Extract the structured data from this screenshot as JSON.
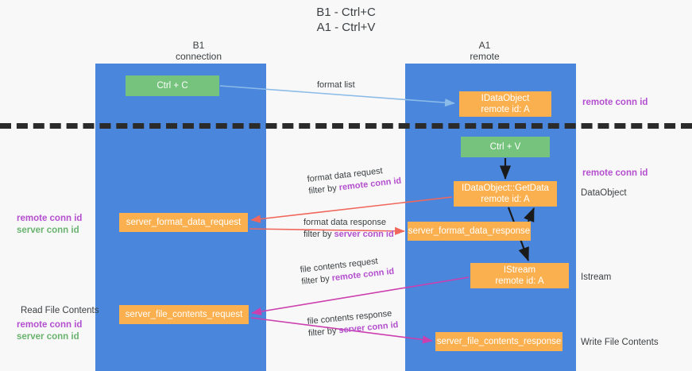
{
  "title": "B1 - Ctrl+C\nA1 - Ctrl+V",
  "columns": {
    "left": "B1\nconnection",
    "right": "A1\nremote"
  },
  "nodes": {
    "ctrl_c": "Ctrl + C",
    "idataobject": "IDataObject\nremote id: A",
    "ctrl_v": "Ctrl + V",
    "getdata": "IDataObject::GetData\nremote id: A",
    "server_format_data_request": "server_format_data_request",
    "server_format_data_response": "server_format_data_response",
    "istream": "IStream\nremote id: A",
    "server_file_contents_request": "server_file_contents_request",
    "server_file_contents_response": "server_file_contents_response"
  },
  "edges": {
    "format_list": "format list",
    "format_data_request": "format data request",
    "format_data_request_filter_prefix": "filter by ",
    "format_data_request_filter_key": "remote conn id",
    "format_data_response": "format data response",
    "format_data_response_filter_prefix": "filter by ",
    "format_data_response_filter_key": "server conn id",
    "file_contents_request": "file contents request",
    "file_contents_request_filter_prefix": "filter by ",
    "file_contents_request_filter_key": "remote conn id",
    "file_contents_response": "file contents response",
    "file_contents_response_filter_prefix": "filter by ",
    "file_contents_response_filter_key": "server conn id"
  },
  "annotations": {
    "right_remote_conn_id_top": "remote conn id",
    "right_remote_conn_id_mid": "remote conn id",
    "right_dataobject": "DataObject",
    "right_istream": "Istream",
    "right_write_file_contents": "Write File Contents",
    "left_remote_conn_id": "remote conn id",
    "left_server_conn_id": "server conn id",
    "left_read_file_contents": "Read File Contents",
    "left_remote_conn_id_2": "remote conn id",
    "left_server_conn_id_2": "server conn id"
  },
  "colors": {
    "lane": "#4a86dc",
    "node_green": "#75c37c",
    "node_orange": "#fbb04f",
    "accent_purple": "#b44fcf",
    "accent_green": "#69b36f",
    "arrow_blue": "#8bbbe8",
    "arrow_red": "#f0675c",
    "arrow_magenta": "#cc3fae",
    "arrow_black": "#1a1a1a",
    "divider": "#2b2b2b",
    "background": "#f8f8f8"
  }
}
